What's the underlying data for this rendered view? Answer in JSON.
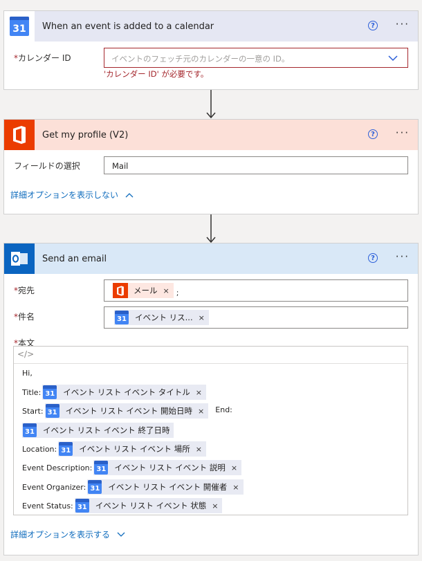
{
  "card1": {
    "title": "When an event is added to a calendar",
    "icon": "google-calendar-icon",
    "icon_text": "31",
    "help": "?",
    "more": "···",
    "field_label": "カレンダー ID",
    "required_mark": "*",
    "placeholder": "イベントのフェッチ元のカレンダーの一意の ID。",
    "error": "'カレンダー ID' が必要です。"
  },
  "card2": {
    "title": "Get my profile (V2)",
    "icon": "office-icon",
    "help": "?",
    "more": "···",
    "field_label": "フィールドの選択",
    "field_value": "Mail",
    "advanced_link": "詳細オプションを表示しない"
  },
  "card3": {
    "title": "Send an email",
    "icon": "outlook-icon",
    "help": "?",
    "more": "···",
    "to_label": "宛先",
    "to_token": "メール",
    "to_suffix": ";",
    "subject_label": "件名",
    "subject_token": "イベント リス...",
    "body_label": "本文",
    "code_icon": "</>",
    "body_lines": {
      "hi": "Hi,",
      "title_lbl": "Title:",
      "title_tok": "イベント リスト イベント タイトル",
      "start_lbl": "Start:",
      "start_tok": "イベント リスト イベント 開始日時",
      "end_lbl": "End:",
      "end_tok": "イベント リスト イベント 終了日時",
      "loc_lbl": "Location:",
      "loc_tok": "イベント リスト イベント 場所",
      "desc_lbl": "Event Description:",
      "desc_tok": "イベント リスト イベント 説明",
      "org_lbl": "Event Organizer:",
      "org_tok": "イベント リスト イベント 開催者",
      "status_lbl": "Event Status:",
      "status_tok": "イベント リスト イベント 状態"
    },
    "remove": "×",
    "advanced_link": "詳細オプションを表示する"
  },
  "colors": {
    "calendar_header": "#e5e7f3",
    "office_header": "#fce0d8",
    "outlook_header": "#d9e8f7",
    "link": "#0f6cbd",
    "error": "#a4262c"
  }
}
